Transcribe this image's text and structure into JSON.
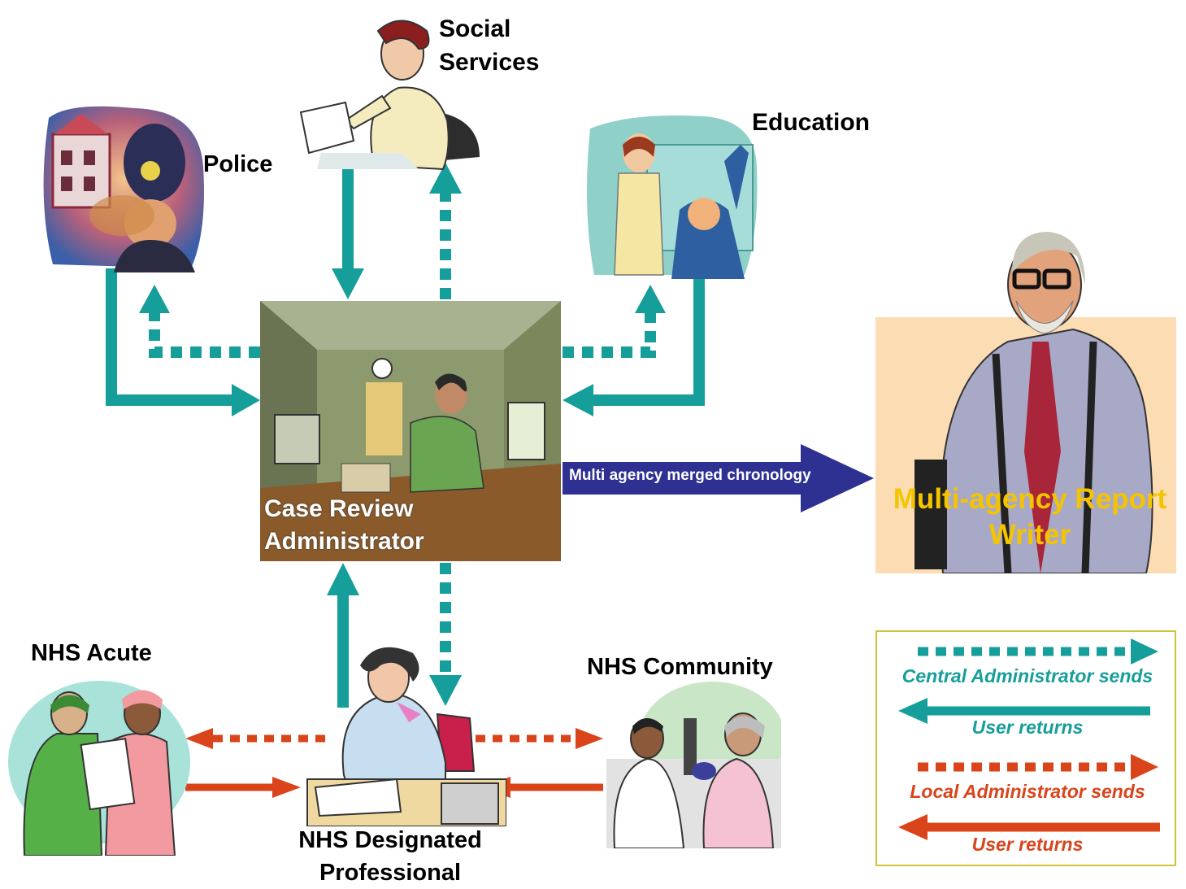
{
  "nodes": {
    "social_services": [
      "Social",
      "Services"
    ],
    "education": "Education",
    "police": "Police",
    "case_review_admin": [
      "Case Review",
      "Administrator"
    ],
    "report_writer": [
      "Multi-agency Report",
      "Writer"
    ],
    "nhs_acute": "NHS Acute",
    "nhs_community": "NHS Community",
    "nhs_designated": [
      "NHS Designated",
      "Professional"
    ]
  },
  "flow_label": "Multi agency merged chronology",
  "legend": {
    "central_sends": "Central Administrator sends",
    "user_returns_1": "User returns",
    "local_sends": "Local Administrator sends",
    "user_returns_2": "User returns"
  },
  "colors": {
    "teal": "#169e9a",
    "orange": "#d9441a",
    "navy": "#2e3192",
    "gold": "#f5c400"
  },
  "icons": [
    "police-officer-illustration",
    "social-worker-illustration",
    "teacher-classroom-illustration",
    "office-administrator-illustration",
    "bearded-professor-illustration",
    "doctor-nurse-illustration",
    "receptionist-phone-illustration",
    "nurse-patient-illustration"
  ]
}
